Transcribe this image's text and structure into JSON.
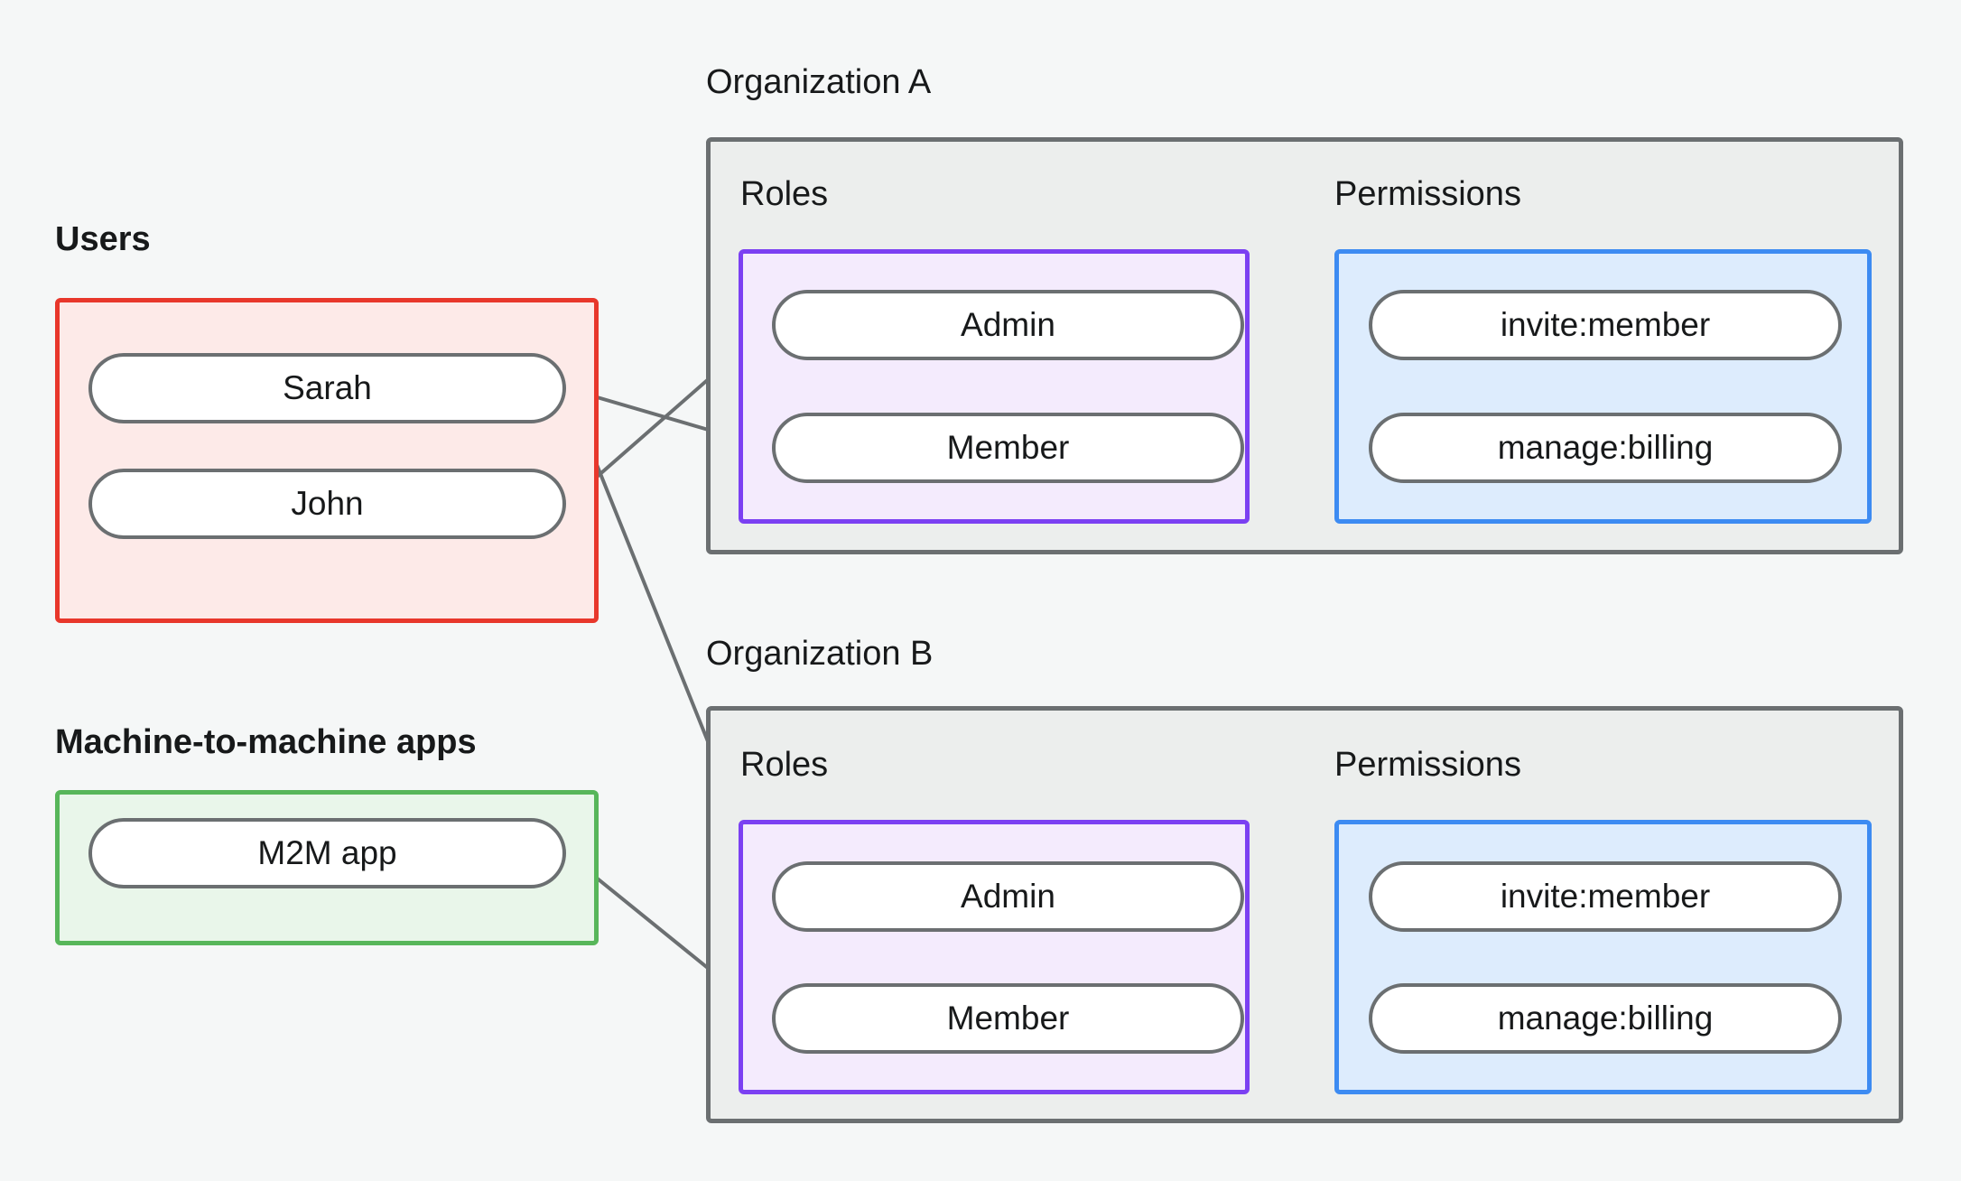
{
  "colors": {
    "background": "#f5f7f7",
    "users_border": "#e8372b",
    "users_fill": "#fdeae8",
    "m2m_border": "#57b65a",
    "m2m_fill": "#e9f6ea",
    "org_border": "#6b6f71",
    "org_fill": "#eceeed",
    "roles_border": "#7b40f2",
    "roles_fill": "#f4ebfd",
    "perms_border": "#3d8bf2",
    "perms_fill": "#ddecfd",
    "node_border": "#6b6f71",
    "node_fill": "#ffffff",
    "edge": "#6b6f71",
    "text": "#17191a"
  },
  "captions": {
    "users": "Users",
    "m2m": "Machine-to-machine apps",
    "org_a": "Organization A",
    "org_b": "Organization B"
  },
  "users_group": {
    "label": "Users",
    "nodes": [
      {
        "id": "sarah",
        "label": "Sarah"
      },
      {
        "id": "john",
        "label": "John"
      }
    ]
  },
  "m2m_group": {
    "label": "Machine-to-machine apps",
    "nodes": [
      {
        "id": "m2m-app",
        "label": "M2M app"
      }
    ]
  },
  "organizations": [
    {
      "id": "org-a",
      "title": "Organization A",
      "roles_label": "Roles",
      "permissions_label": "Permissions",
      "roles": [
        {
          "id": "org-a-admin",
          "label": "Admin"
        },
        {
          "id": "org-a-member",
          "label": "Member"
        }
      ],
      "permissions": [
        {
          "id": "org-a-invite-member",
          "label": "invite:member"
        },
        {
          "id": "org-a-manage-billing",
          "label": "manage:billing"
        }
      ]
    },
    {
      "id": "org-b",
      "title": "Organization B",
      "roles_label": "Roles",
      "permissions_label": "Permissions",
      "roles": [
        {
          "id": "org-b-admin",
          "label": "Admin"
        },
        {
          "id": "org-b-member",
          "label": "Member"
        }
      ],
      "permissions": [
        {
          "id": "org-b-invite-member",
          "label": "invite:member"
        },
        {
          "id": "org-b-manage-billing",
          "label": "manage:billing"
        }
      ]
    }
  ],
  "edges": [
    {
      "from": "sarah",
      "to": "org-a-member"
    },
    {
      "from": "sarah",
      "to": "org-b-admin"
    },
    {
      "from": "john",
      "to": "org-a-admin"
    },
    {
      "from": "m2m-app",
      "to": "org-b-member"
    },
    {
      "from": "org-a-admin",
      "to": "org-a-invite-member"
    },
    {
      "from": "org-a-admin",
      "to": "org-a-manage-billing"
    },
    {
      "from": "org-a-member",
      "to": "org-a-manage-billing"
    },
    {
      "from": "org-b-admin",
      "to": "org-b-invite-member"
    },
    {
      "from": "org-b-admin",
      "to": "org-b-manage-billing"
    },
    {
      "from": "org-b-member",
      "to": "org-b-manage-billing"
    }
  ]
}
